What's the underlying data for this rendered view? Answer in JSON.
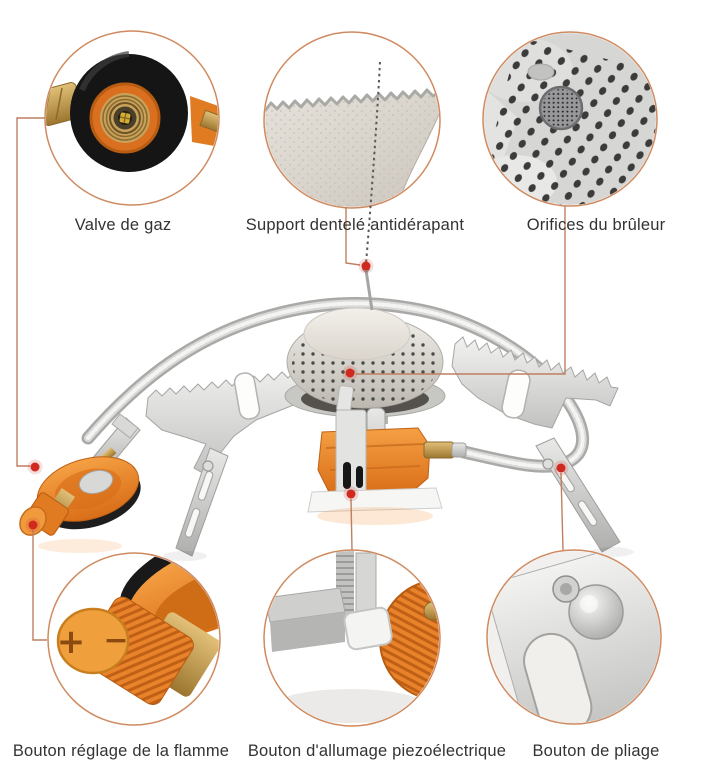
{
  "product": {
    "callouts": [
      {
        "id": "valve-de-gaz",
        "label": "Valve de gaz",
        "position": "top-left"
      },
      {
        "id": "support-dentele",
        "label": "Support dentelé antidérapant",
        "position": "top-center"
      },
      {
        "id": "orifices-bruleur",
        "label": "Orifices du brûleur",
        "position": "top-right"
      },
      {
        "id": "reglage-flamme",
        "label": "Bouton réglage de la flamme",
        "position": "bottom-left"
      },
      {
        "id": "allumage-piezo",
        "label": "Bouton d'allumage piezoélectrique",
        "position": "bottom-center"
      },
      {
        "id": "bouton-pliage",
        "label": "Bouton de pliage",
        "position": "bottom-right"
      }
    ],
    "knob_markings": {
      "plus": "+",
      "minus": "−"
    }
  },
  "colors": {
    "callout_ring": "#cf8a5f",
    "connector_line": "#bf7f5f",
    "marker_dot": "#d02a20",
    "label_text": "#333333",
    "accent_orange": "#e8822a",
    "background": "#ffffff"
  }
}
